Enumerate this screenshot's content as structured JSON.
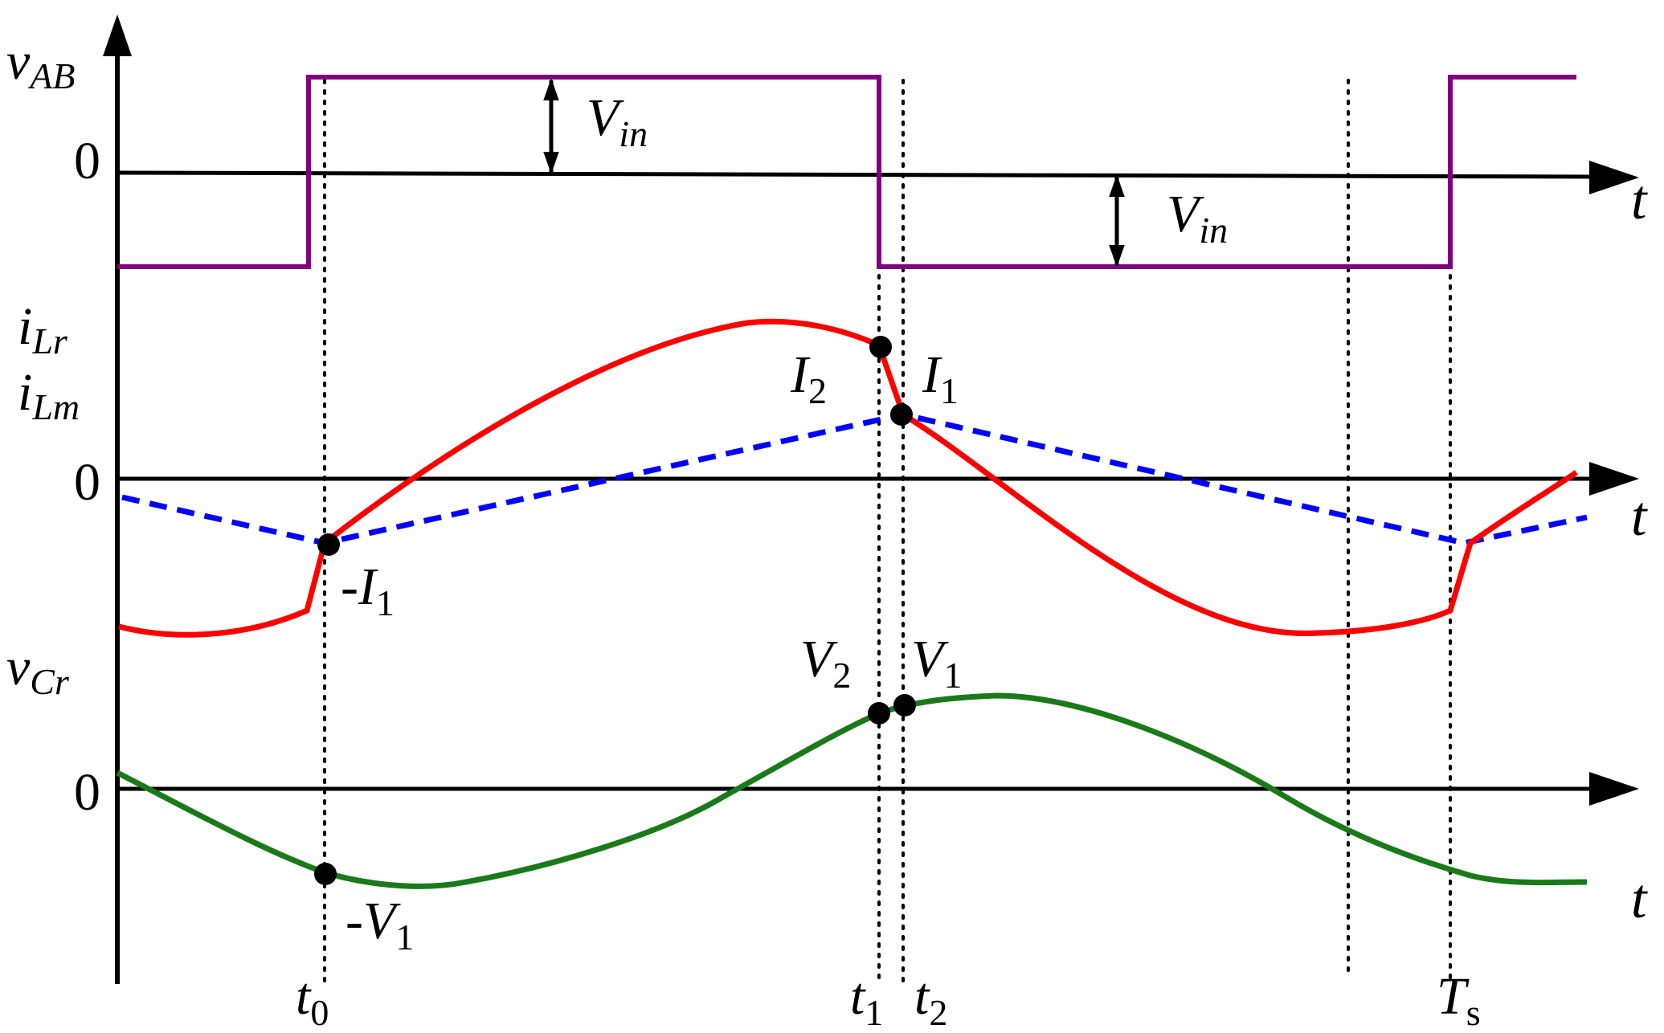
{
  "signals": {
    "vab": {
      "base": "v",
      "sub": "AB",
      "color": "#000000"
    },
    "ilr": {
      "base": "i",
      "sub": "Lr",
      "color": "#ff0000"
    },
    "ilm": {
      "base": "i",
      "sub": "Lm",
      "color": "#0000ff"
    },
    "vcr": {
      "base": "v",
      "sub": "Cr",
      "color": "#000000"
    }
  },
  "zero_label": "0",
  "time_axis_label": "t",
  "amplitude": {
    "base": "V",
    "sub": "in"
  },
  "markers": {
    "i2": {
      "base": "I",
      "sub": "2"
    },
    "i1": {
      "base": "I",
      "sub": "1"
    },
    "neg_i1": {
      "prefix": "-",
      "base": "I",
      "sub": "1"
    },
    "v2": {
      "base": "V",
      "sub": "2"
    },
    "v1": {
      "base": "V",
      "sub": "1"
    },
    "neg_v1": {
      "prefix": "-",
      "base": "V",
      "sub": "1"
    }
  },
  "time_instants": {
    "t0": {
      "base": "t",
      "sub": "0"
    },
    "t1": {
      "base": "t",
      "sub": "1"
    },
    "t2": {
      "base": "t",
      "sub": "2"
    },
    "ts": {
      "base": "T",
      "sub": "s"
    }
  },
  "colors": {
    "vab_wave": "#800080",
    "ilr_wave": "#ff0000",
    "ilm_wave": "#0000ff",
    "vcr_wave": "#1a7a1a",
    "axis": "#000000"
  }
}
